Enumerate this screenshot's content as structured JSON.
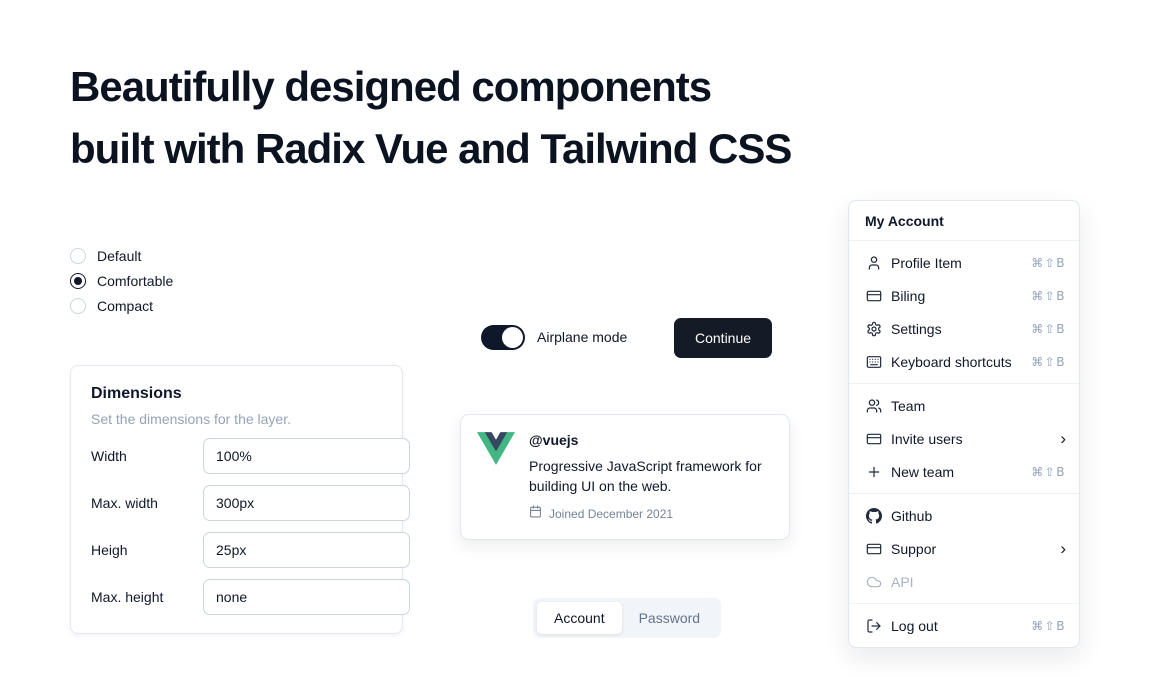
{
  "heading": {
    "line1": "Beautifully designed components",
    "line2": "built with Radix Vue and Tailwind CSS"
  },
  "radio_group": {
    "options": [
      {
        "label": "Default",
        "selected": false
      },
      {
        "label": "Comfortable",
        "selected": true
      },
      {
        "label": "Compact",
        "selected": false
      }
    ]
  },
  "dimensions_card": {
    "title": "Dimensions",
    "subtitle": "Set the dimensions for the layer.",
    "fields": [
      {
        "label": "Width",
        "value": "100%"
      },
      {
        "label": "Max. width",
        "value": "300px"
      },
      {
        "label": "Heigh",
        "value": "25px"
      },
      {
        "label": "Max. height",
        "value": "none"
      }
    ]
  },
  "airplane_switch": {
    "label": "Airplane mode",
    "state": "on"
  },
  "continue_button": {
    "label": "Continue"
  },
  "hover_card": {
    "logo_icon": "vue-logo",
    "handle": "@vuejs",
    "description": "Progressive JavaScript framework for building UI on the web.",
    "joined": "Joined December 2021"
  },
  "tabs": {
    "items": [
      {
        "label": "Account",
        "active": true
      },
      {
        "label": "Password",
        "active": false
      }
    ]
  },
  "menu": {
    "title": "My Account",
    "chevron_glyph": "›",
    "groups": [
      {
        "items": [
          {
            "label": "Profile Item",
            "icon": "user-icon",
            "shortcut": "⌘⇧B"
          },
          {
            "label": "Biling",
            "icon": "credit-card-icon",
            "shortcut": "⌘⇧B"
          },
          {
            "label": "Settings",
            "icon": "gear-icon",
            "shortcut": "⌘⇧B"
          },
          {
            "label": "Keyboard shortcuts",
            "icon": "keyboard-icon",
            "shortcut": "⌘⇧B"
          }
        ]
      },
      {
        "items": [
          {
            "label": "Team",
            "icon": "users-icon"
          },
          {
            "label": "Invite users",
            "icon": "credit-card-icon",
            "submenu": true
          },
          {
            "label": "New team",
            "icon": "plus-icon",
            "shortcut": "⌘⇧B"
          }
        ]
      },
      {
        "items": [
          {
            "label": "Github",
            "icon": "github-icon"
          },
          {
            "label": "Suppor",
            "icon": "credit-card-icon",
            "submenu": true
          },
          {
            "label": "API",
            "icon": "cloud-icon",
            "disabled": true
          }
        ]
      },
      {
        "items": [
          {
            "label": "Log out",
            "icon": "log-out-icon",
            "shortcut": "⌘⇧B"
          }
        ]
      }
    ]
  },
  "colors": {
    "primary": "#0f172a",
    "muted_text": "#94a3b8",
    "border": "#e2e8f0",
    "tabs_background": "#f1f5f9",
    "vue_green": "#41B883",
    "vue_navy": "#35495E"
  }
}
